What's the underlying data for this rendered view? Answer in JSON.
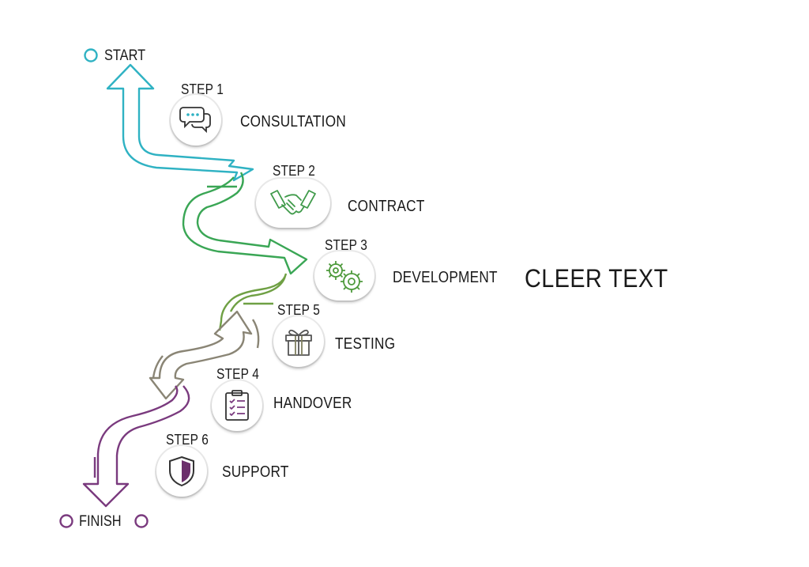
{
  "endpoints": {
    "start": "START",
    "finish": "FINISH"
  },
  "headline": "CLEER TEXT",
  "steps": [
    {
      "label": "STEP 1",
      "name": "CONSULTATION",
      "icon": "chat-bubbles-icon",
      "color": "#2fb2c3"
    },
    {
      "label": "STEP 2",
      "name": "CONTRACT",
      "icon": "handshake-icon",
      "color": "#3f9a4a"
    },
    {
      "label": "STEP 3",
      "name": "DEVELOPMENT",
      "icon": "gears-icon",
      "color": "#4e9a3c"
    },
    {
      "label": "STEP 5",
      "name": "TESTING",
      "icon": "gift-box-icon",
      "color": "#808060"
    },
    {
      "label": "STEP 4",
      "name": "HANDOVER",
      "icon": "clipboard-checklist-icon",
      "color": "#6b2e6b"
    },
    {
      "label": "STEP 6",
      "name": "SUPPORT",
      "icon": "shield-icon",
      "color": "#6b2e6b"
    }
  ],
  "colors": {
    "teal": "#2fb2c3",
    "green": "#3aa655",
    "olive": "#7a8a4a",
    "gray": "#8a8575",
    "purple": "#7a3a7e"
  }
}
